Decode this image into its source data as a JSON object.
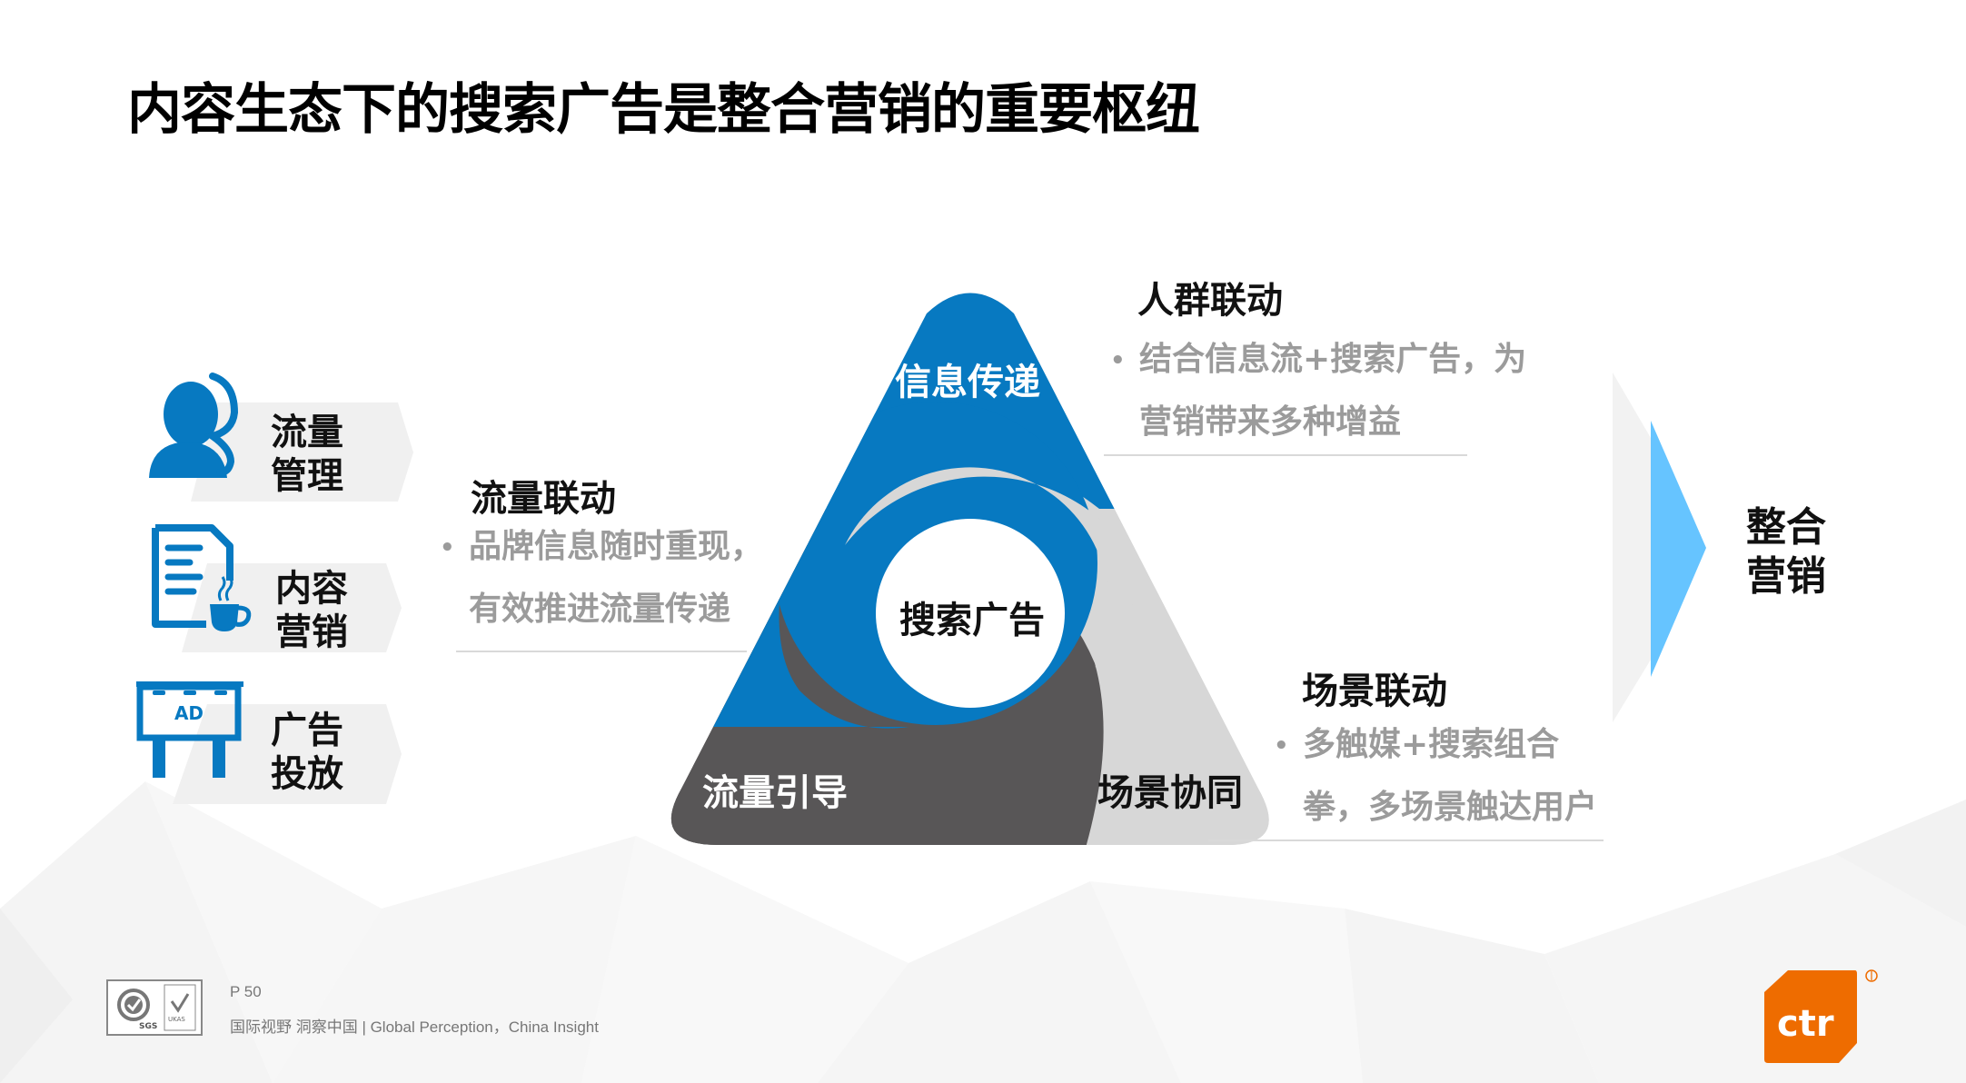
{
  "title": "内容生态下的搜索广告是整合营销的重要枢纽",
  "left_categories": [
    {
      "icon": "user-headset-icon",
      "line1": "流量",
      "line2": "管理"
    },
    {
      "icon": "document-coffee-icon",
      "line1": "内容",
      "line2": "营销"
    },
    {
      "icon": "billboard-ad-icon",
      "line1": "广告",
      "line2": "投放",
      "icon_text": "AD"
    }
  ],
  "diagram": {
    "center": "搜索广告",
    "segments": {
      "top": "信息传递",
      "bottom_left": "流量引导",
      "bottom_right": "场景协同"
    },
    "colors": {
      "blue": "#0779C1",
      "dark_gray": "#585657",
      "light_gray": "#D7D7D7",
      "center": "#FFFFFF"
    }
  },
  "sections": {
    "traffic_link": {
      "heading": "流量联动",
      "lines": [
        "品牌信息随时重现，",
        "有效推进流量传递"
      ]
    },
    "audience_link": {
      "heading": "人群联动",
      "lines": [
        "结合信息流+搜索广告，为",
        "营销带来多种增益"
      ]
    },
    "scene_link": {
      "heading": "场景联动",
      "lines": [
        "多触媒+搜索组合",
        "拳，多场景触达用户"
      ]
    }
  },
  "result": {
    "line1": "整合",
    "line2": "营销",
    "arrow_color": "#66C4FF"
  },
  "footer": {
    "page": "P 50",
    "slogan": "国际视野  洞察中国 |  Global Perception，China Insight",
    "cert_labels": [
      "SGS",
      "UKAS"
    ],
    "logo_text": "ctr",
    "logo_color": "#EE6C00"
  }
}
